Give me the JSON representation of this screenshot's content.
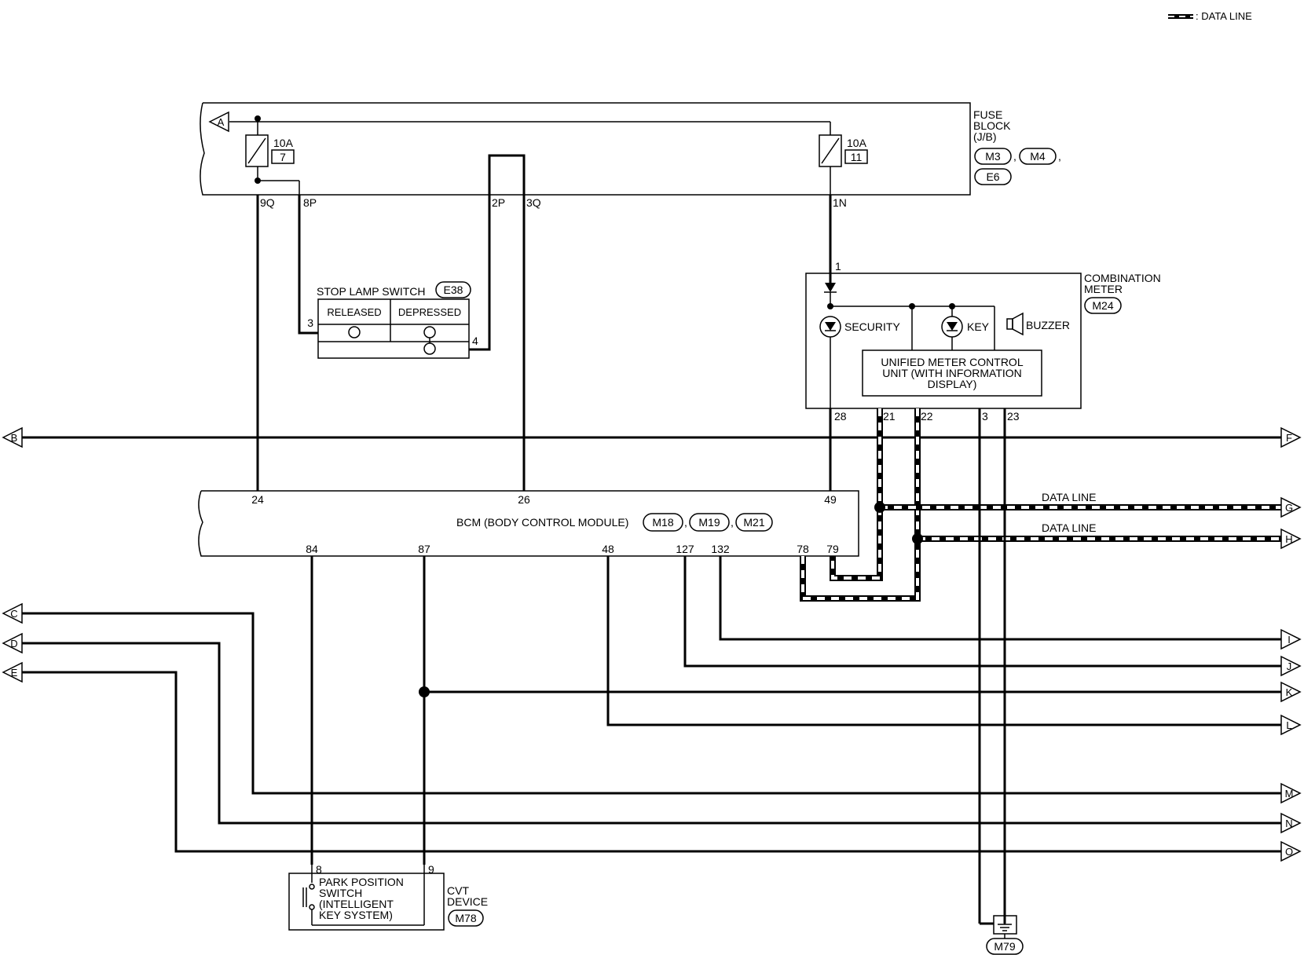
{
  "legend": {
    "label": ": DATA LINE"
  },
  "fuse_block": {
    "title_lines": [
      "FUSE",
      "BLOCK",
      "(J/B)"
    ],
    "connectors": [
      "M3",
      "M4",
      "E6"
    ],
    "fuse_left": {
      "amps": "10A",
      "number": "7"
    },
    "fuse_right": {
      "amps": "10A",
      "number": "11"
    },
    "pins": [
      "9Q",
      "8P",
      "2P",
      "3Q",
      "1N"
    ]
  },
  "stop_lamp_switch": {
    "title": "STOP LAMP SWITCH",
    "connector": "E38",
    "col_released": "RELEASED",
    "col_depressed": "DEPRESSED",
    "pin_left": "3",
    "pin_right": "4"
  },
  "combination_meter": {
    "title_lines": [
      "COMBINATION",
      "METER"
    ],
    "connector": "M24",
    "pin_in": "1",
    "security": "SECURITY",
    "key": "KEY",
    "buzzer": "BUZZER",
    "unit_lines": [
      "UNIFIED METER CONTROL",
      "UNIT (WITH INFORMATION",
      "DISPLAY)"
    ],
    "pins": [
      "28",
      "21",
      "22",
      "3",
      "23"
    ]
  },
  "bcm": {
    "title": "BCM (BODY CONTROL MODULE)",
    "connectors": [
      "M18",
      "M19",
      "M21"
    ],
    "pins_top": [
      "24",
      "26",
      "49"
    ],
    "pins_bottom": [
      "84",
      "87",
      "48",
      "127",
      "132",
      "78",
      "79"
    ]
  },
  "data_lines": [
    "DATA LINE",
    "DATA LINE"
  ],
  "cvt_device": {
    "switch_lines": [
      "PARK POSITION",
      "SWITCH",
      "(INTELLIGENT",
      "KEY SYSTEM)"
    ],
    "title_lines": [
      "CVT",
      "DEVICE"
    ],
    "connector": "M78",
    "pins": [
      "8",
      "9"
    ]
  },
  "ground": {
    "connector": "M79"
  },
  "left_connectors": [
    "A",
    "B",
    "C",
    "D",
    "E"
  ],
  "right_connectors": [
    "F",
    "G",
    "H",
    "I",
    "J",
    "K",
    "L",
    "M",
    "N",
    "O"
  ]
}
